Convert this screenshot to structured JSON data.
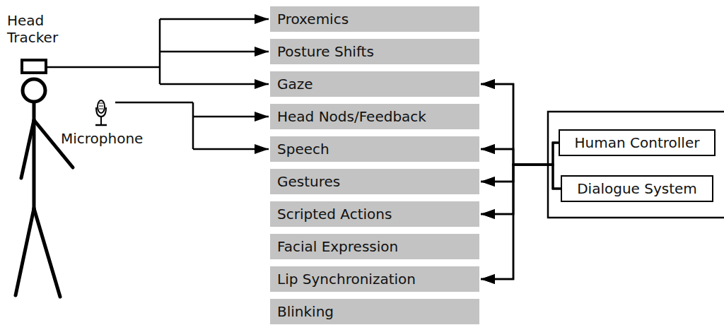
{
  "diagram": {
    "nodes": [
      {
        "text": [
          "Proxemics"
        ]
      },
      {
        "text": [
          "Posture Shifts"
        ]
      },
      {
        "text": [
          "Gaze"
        ]
      },
      {
        "text": [
          "Head Nods/Feedback"
        ]
      },
      {
        "text": [
          "Speech"
        ]
      },
      {
        "text": [
          "Gestures"
        ]
      },
      {
        "text": [
          "Scripted Actions"
        ]
      },
      {
        "text": [
          "Facial Expression"
        ]
      },
      {
        "text": [
          "Lip Synchronization"
        ]
      },
      {
        "text": [
          "Blinking"
        ]
      },
      {
        "text": [
          "Human Controller"
        ]
      },
      {
        "text": [
          "Dialogue System"
        ]
      }
    ],
    "edges": [
      {
        "from": 10,
        "to": 2,
        "arrow": "to"
      },
      {
        "from": 10,
        "to": 4,
        "arrow": "to"
      },
      {
        "from": 10,
        "to": 5,
        "arrow": "to"
      },
      {
        "from": 10,
        "to": 6,
        "arrow": "to"
      },
      {
        "from": 10,
        "to": 8,
        "arrow": "to"
      },
      {
        "from": 11,
        "to": 2,
        "arrow": "to"
      },
      {
        "from": 11,
        "to": 4,
        "arrow": "to"
      },
      {
        "from": 11,
        "to": 5,
        "arrow": "to"
      },
      {
        "from": 11,
        "to": 6,
        "arrow": "to"
      },
      {
        "from": 11,
        "to": 8,
        "arrow": "to"
      }
    ],
    "labels": [
      "Head Tracker",
      "Microphone"
    ]
  }
}
